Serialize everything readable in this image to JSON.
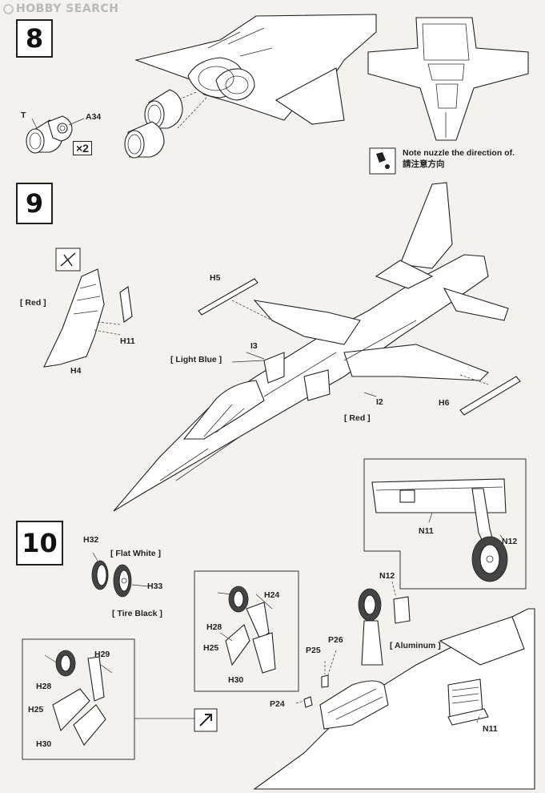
{
  "watermark": "HOBBY SEARCH",
  "steps": {
    "s8": "8",
    "s9": "9",
    "s10": "10"
  },
  "step8": {
    "part_t": "T",
    "part_a34": "A34",
    "qty": "×2",
    "note_en": "Note nuzzle the direction of.",
    "note_zh": "請注意方向",
    "note_icon": "caution-icon"
  },
  "step9": {
    "h5": "H5",
    "h4": "H4",
    "h11": "H11",
    "h6": "H6",
    "i3": "I3",
    "i2": "I2",
    "red_1": "[ Red ]",
    "red_2": "[ Red ]",
    "light_blue": "[ Light Blue ]"
  },
  "step10": {
    "h32": "H32",
    "h33": "H33",
    "flat_white": "[ Flat White ]",
    "tire_black": "[ Tire Black ]",
    "n11_inset": "N11",
    "n12_inset": "N12",
    "n12": "N12",
    "aluminum": "[ Aluminum ]",
    "p25": "P25",
    "p26": "P26",
    "p24": "P24",
    "n11": "N11",
    "h24": "H24",
    "h28_a": "H28",
    "h25_a": "H25",
    "h30_a": "H30",
    "h29": "H29",
    "h28_b": "H28",
    "h25_b": "H25",
    "h30_b": "H30"
  }
}
